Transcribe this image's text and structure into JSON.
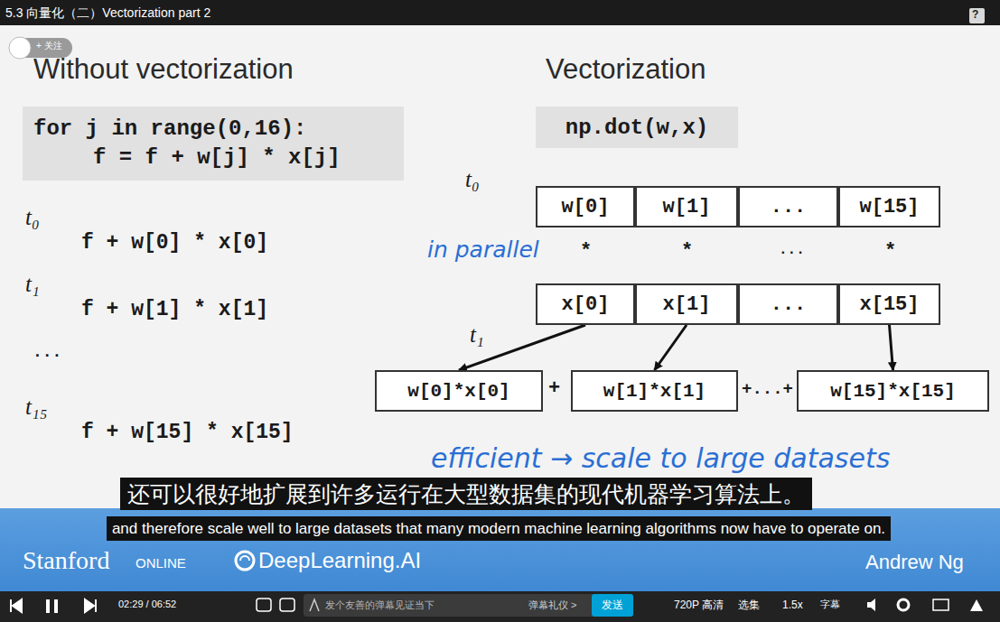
{
  "diagram": {
    "title": "5.3 向量化（二）Vectorization part 2",
    "nodes": [
      {
        "text": [
          "for j in range(0,16):",
          "f = f + w[j] * x[j]"
        ]
      },
      {
        "text": [
          "np.dot(w,x)"
        ]
      },
      {
        "text": [
          "w[0]"
        ]
      },
      {
        "text": [
          "w[1]"
        ]
      },
      {
        "text": [
          "..."
        ]
      },
      {
        "text": [
          "w[15]"
        ]
      },
      {
        "text": [
          "x[0]"
        ]
      },
      {
        "text": [
          "x[1]"
        ]
      },
      {
        "text": [
          "..."
        ]
      },
      {
        "text": [
          "x[15]"
        ]
      },
      {
        "text": [
          "w[0]*x[0]"
        ]
      },
      {
        "text": [
          "w[1]*x[1]"
        ]
      },
      {
        "text": [
          "w[15]*x[15]"
        ]
      }
    ],
    "edges": [
      {
        "from": 6,
        "to": 10,
        "arrow": "to"
      },
      {
        "from": 7,
        "to": 11,
        "arrow": "to"
      },
      {
        "from": 9,
        "to": 12,
        "arrow": "to"
      }
    ],
    "labels": [
      "?",
      "+ 关注",
      "Without vectorization",
      "Vectorization",
      "t₀",
      "f + w[0] * x[0]",
      "t₁",
      "f + w[1] * x[1]",
      "...",
      "t₁₅",
      "f + w[15] * x[15]",
      "t₀",
      "in parallel",
      "*",
      "*",
      "...",
      "*",
      "t₁",
      "+",
      "+...+",
      "efficient → scale to large datasets",
      "还可以很好地扩展到许多运行在大型数据集的现代机器学习算法上。",
      "and therefore scale well to large datasets that many modern machine learning algorithms now have to operate on.",
      "Stanford",
      "ONLINE",
      "DeepLearning.AI",
      "Andrew Ng",
      "02:29 / 06:52",
      "发个友善的弹幕见证当下",
      "弹幕礼仪 >",
      "发送",
      "720P 高清",
      "选集",
      "1.5x",
      "字幕"
    ]
  }
}
